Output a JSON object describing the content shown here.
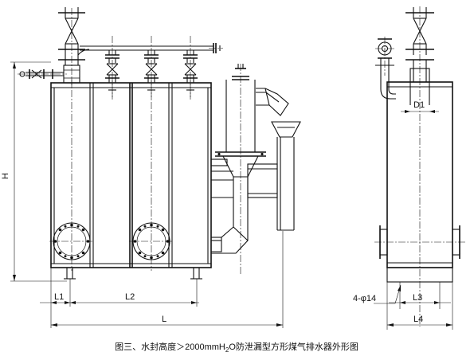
{
  "labels": {
    "H": "H",
    "L1": "L1",
    "L2": "L2",
    "L": "L",
    "D1": "D1",
    "L3": "L3",
    "L4": "L4",
    "holes": "4-φ14"
  },
  "caption": {
    "prefix": "图三、水封高度＞2000mmH",
    "sub": "2",
    "suffix": "O防泄漏型方形煤气排水器外形图"
  }
}
